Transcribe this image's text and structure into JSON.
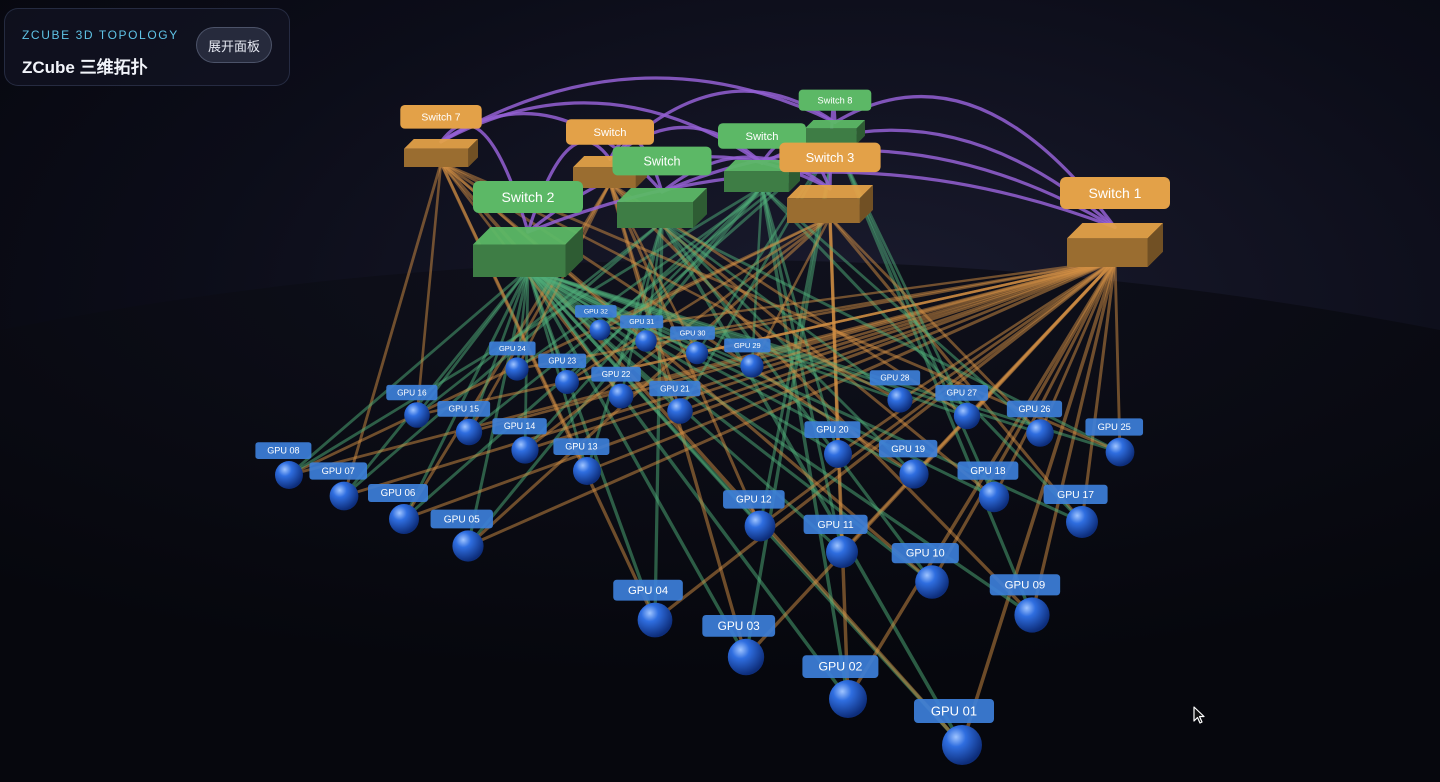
{
  "panel": {
    "eyebrow": "ZCUBE 3D TOPOLOGY",
    "title": "ZCube 三维拓扑",
    "button_label": "展开面板"
  },
  "colors": {
    "switch_orange": "#e3a148",
    "switch_green": "#5cb866",
    "link_orange": "#d49044",
    "link_green": "#4fb07a",
    "link_purple": "#9460d4",
    "gpu_label": "#3d7fd9",
    "gpu_sphere": "#1e55c8"
  },
  "switches": [
    {
      "id": "switch-1",
      "label": "Switch 1",
      "color": "orange"
    },
    {
      "id": "switch-2",
      "label": "Switch 2",
      "color": "green"
    },
    {
      "id": "switch-3",
      "label": "Switch 3",
      "color": "orange"
    },
    {
      "id": "switch-4",
      "label": "Switch",
      "color": "green"
    },
    {
      "id": "switch-5",
      "label": "Switch",
      "color": "orange"
    },
    {
      "id": "switch-6",
      "label": "Switch",
      "color": "green"
    },
    {
      "id": "switch-7",
      "label": "Switch 7",
      "color": "orange"
    },
    {
      "id": "switch-8",
      "label": "Switch 8",
      "color": "green"
    }
  ],
  "gpus": [
    {
      "id": "gpu-01",
      "label": "GPU 01"
    },
    {
      "id": "gpu-02",
      "label": "GPU 02"
    },
    {
      "id": "gpu-03",
      "label": "GPU 03"
    },
    {
      "id": "gpu-04",
      "label": "GPU 04"
    },
    {
      "id": "gpu-05",
      "label": "GPU 05"
    },
    {
      "id": "gpu-06",
      "label": "GPU 06"
    },
    {
      "id": "gpu-07",
      "label": "GPU 07"
    },
    {
      "id": "gpu-08",
      "label": "GPU 08"
    },
    {
      "id": "gpu-09",
      "label": "GPU 09"
    },
    {
      "id": "gpu-10",
      "label": "GPU 10"
    },
    {
      "id": "gpu-11",
      "label": "GPU 11"
    },
    {
      "id": "gpu-12",
      "label": "GPU 12"
    },
    {
      "id": "gpu-13",
      "label": "GPU 13"
    },
    {
      "id": "gpu-14",
      "label": "GPU 14"
    },
    {
      "id": "gpu-15",
      "label": "GPU 15"
    },
    {
      "id": "gpu-16",
      "label": "GPU 16"
    },
    {
      "id": "gpu-17",
      "label": "GPU 17"
    },
    {
      "id": "gpu-18",
      "label": "GPU 18"
    },
    {
      "id": "gpu-19",
      "label": "GPU 19"
    },
    {
      "id": "gpu-20",
      "label": "GPU 20"
    },
    {
      "id": "gpu-21",
      "label": "GPU 21"
    },
    {
      "id": "gpu-22",
      "label": "GPU 22"
    },
    {
      "id": "gpu-23",
      "label": "GPU 23"
    },
    {
      "id": "gpu-24",
      "label": "GPU 24"
    },
    {
      "id": "gpu-25",
      "label": "GPU 25"
    },
    {
      "id": "gpu-26",
      "label": "GPU 26"
    },
    {
      "id": "gpu-27",
      "label": "GPU 27"
    },
    {
      "id": "gpu-28",
      "label": "GPU 28"
    },
    {
      "id": "gpu-29",
      "label": "GPU 29"
    },
    {
      "id": "gpu-30",
      "label": "GPU 30"
    },
    {
      "id": "gpu-31",
      "label": "GPU 31"
    },
    {
      "id": "gpu-32",
      "label": "GPU 32"
    }
  ]
}
